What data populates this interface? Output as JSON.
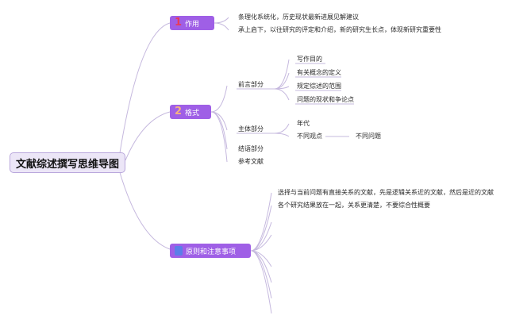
{
  "root": {
    "label": "文献综述撰写思维导图"
  },
  "branches": [
    {
      "number": "1",
      "label": "作用",
      "notes": [
        "条理化系统化，历史现状最新进展见解建议",
        "承上启下，以往研究的评定和介绍，新的研究生长点，体现新研究重要性"
      ]
    },
    {
      "number": "2",
      "label": "格式",
      "children": [
        {
          "label": "前言部分",
          "children": [
            "写作目的",
            "有关概念的定义",
            "规定综述的范围",
            "问题的现状和争论点"
          ]
        },
        {
          "label": "主体部分",
          "children": [
            "年代",
            "不同观点"
          ],
          "extra": "不同问题"
        },
        {
          "label": "结语部分"
        },
        {
          "label": "参考文献"
        }
      ]
    },
    {
      "number": "3",
      "label": "原则和注意事项",
      "notes": [
        "选择与当前问题有直接关系的文献，先是逻辑关系近的文献，然后是近的文献",
        "各个研究结果放在一起，关系更清楚，不要综合性概要"
      ]
    }
  ],
  "colors": {
    "branch_fill": "#9f5fe6",
    "connector": "#c5b8de",
    "root_fill": "#ece6f7",
    "badge1": "#e83b5a",
    "badge2": "#f4b183",
    "badge3": "#5b7ee8"
  }
}
